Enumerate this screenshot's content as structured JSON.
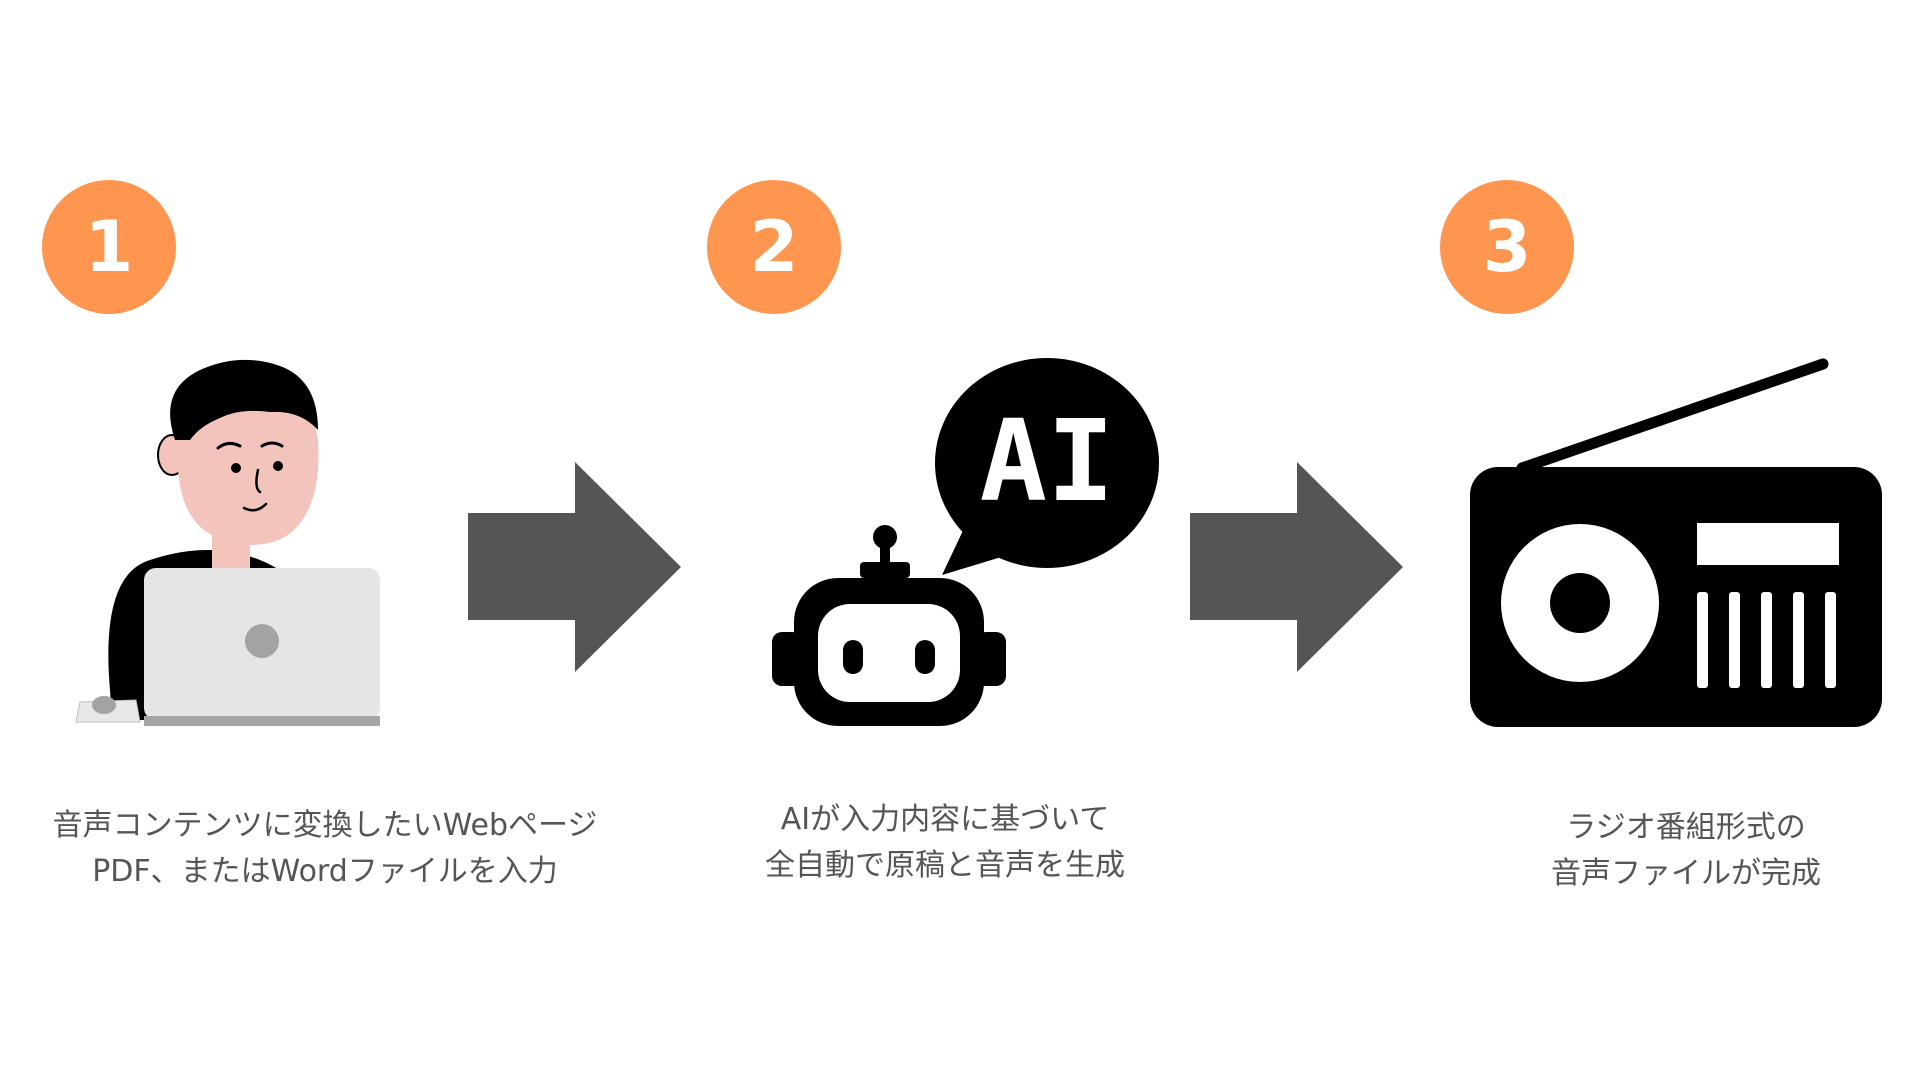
{
  "steps": [
    {
      "number": "1",
      "icon": "person-laptop-icon",
      "caption_lines": [
        "音声コンテンツに変換したいWebページ",
        "PDF、またはWordファイルを入力"
      ]
    },
    {
      "number": "2",
      "icon": "ai-robot-icon",
      "badge_text": "AI",
      "caption_lines": [
        "AIが入力内容に基づいて",
        "全自動で原稿と音声を生成"
      ]
    },
    {
      "number": "3",
      "icon": "radio-icon",
      "caption_lines": [
        "ラジオ番組形式の",
        "音声ファイルが完成"
      ]
    }
  ],
  "connectors": [
    "arrow-right-icon",
    "arrow-right-icon"
  ],
  "colors": {
    "accent": "#FF964F",
    "arrow": "#555555",
    "icon": "#000000",
    "skin": "#F2C4BB",
    "laptop": "#E5E5E5",
    "text": "#555555"
  }
}
